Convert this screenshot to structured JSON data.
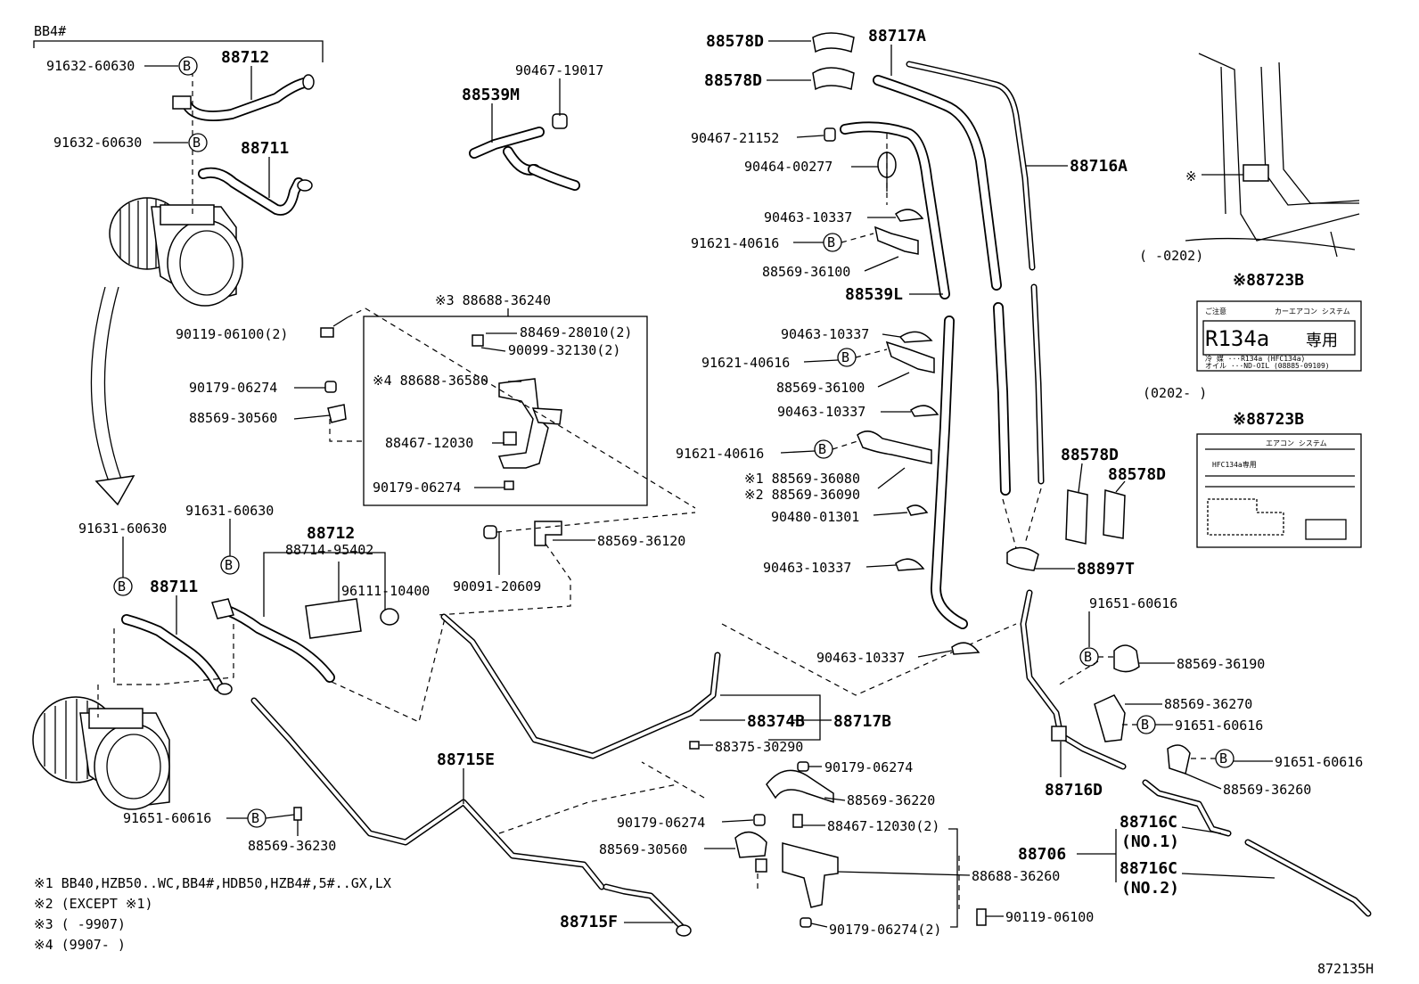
{
  "diagram": {
    "header": "BB4#",
    "notes": [
      "※1 BB40,HZB50..WC,BB4#,HDB50,HZB4#,5#..GX,LX",
      "※2 (EXCEPT ※1)",
      "※3 (      -9907)",
      "※4 (9907-      )"
    ],
    "figure_id": "872135H",
    "circle_symbol": "B",
    "labels": {
      "l01": "91632-60630",
      "l02": "88712",
      "l03": "91632-60630",
      "l04": "88711",
      "l05": "90467-19017",
      "l06": "88539M",
      "l07": "88578D",
      "l08": "88717A",
      "l09": "88578D",
      "l10": "90467-21152",
      "l11": "90464-00277",
      "l12": "88716A",
      "l13": "90463-10337",
      "l14": "91621-40616",
      "l15": "88569-36100",
      "l16": "88539L",
      "l17": "※3 88688-36240",
      "l18": "90119-06100(2)",
      "l19": "88469-28010(2)",
      "l20": "90099-32130(2)",
      "l21": "※4 88688-36580",
      "l22": "90179-06274",
      "l23": "88569-30560",
      "l24": "88467-12030",
      "l25": "90179-06274",
      "l26": "90463-10337",
      "l27": "91621-40616",
      "l28": "88569-36100",
      "l29": "90463-10337",
      "l30": "91621-40616",
      "l31": "※1 88569-36080",
      "l32": "※2 88569-36090",
      "l33": "90480-01301",
      "l34": "90463-10337",
      "l35": "90463-10337",
      "l36": "91631-60630",
      "l37": "91631-60630",
      "l38": "88712",
      "l39": "88714-95402",
      "l40": "96111-10400",
      "l41": "88711",
      "l42": "88569-36120",
      "l43": "90091-20609",
      "l44": "88374B",
      "l45": "88717B",
      "l46": "88375-30290",
      "l47": "88715E",
      "l48": "90179-06274",
      "l49": "88569-36220",
      "l50": "90179-06274",
      "l51": "88467-12030(2)",
      "l52": "88569-30560",
      "l53": "88688-36260",
      "l54": "90179-06274(2)",
      "l55": "90119-06100",
      "l56": "91651-60616",
      "l57": "88569-36230",
      "l58": "88715F",
      "l59": "88578D",
      "l60": "88578D",
      "l61": "88897T",
      "l62": "91651-60616",
      "l63": "88569-36190",
      "l64": "88569-36270",
      "l65": "91651-60616",
      "l66": "88716D",
      "l67": "91651-60616",
      "l68": "88569-36260",
      "l69": "88706",
      "l70": "88716C",
      "l71": "(NO.1)",
      "l72": "88716C",
      "l73": "(NO.2)",
      "l74": "※",
      "l75": "(      -0202)",
      "l76": "※88723B",
      "l77": "(0202-      )",
      "l78": "※88723B"
    },
    "decal_a": {
      "top_left": "ご注意",
      "top_right": "カーエアコン  システム",
      "main": "R134a",
      "main_suffix": "専用",
      "line1": "冷 媒 ···R134a (HFC134a)",
      "line2": "オイル ···ND-OIL (08885-09109)"
    },
    "decal_b": {
      "top": "エアコン  システム",
      "code": "HFC134a専用"
    }
  }
}
